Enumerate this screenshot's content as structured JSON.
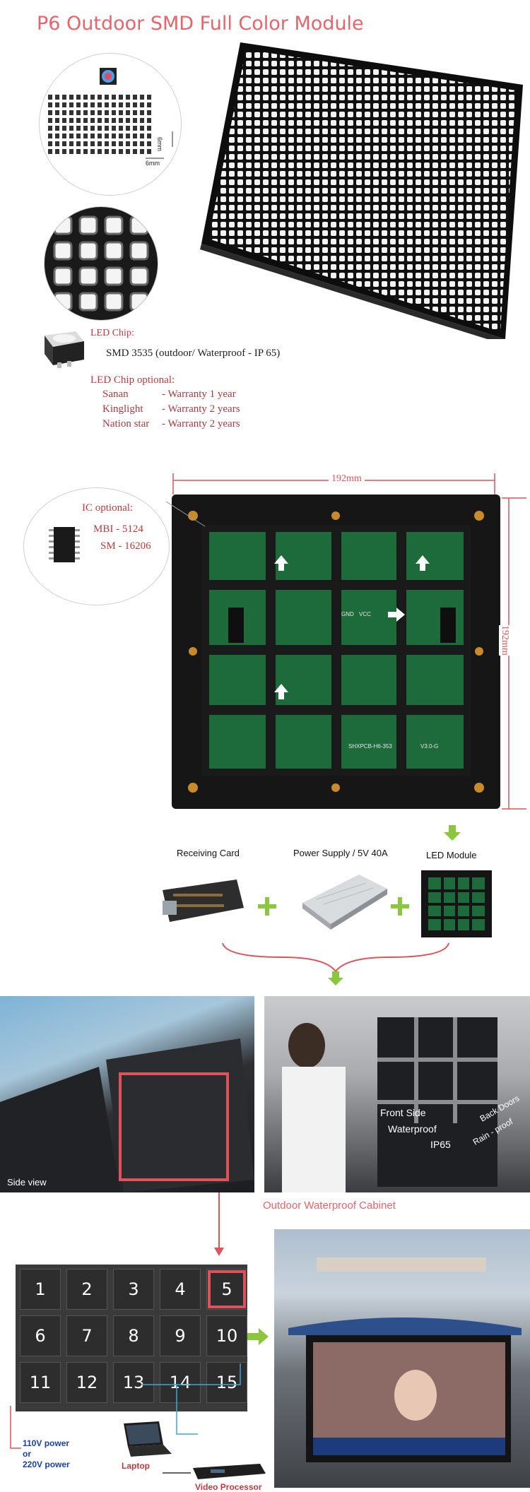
{
  "title": "P6 Outdoor SMD Full Color Module",
  "pitch_dims": [
    "6mm",
    "6mm"
  ],
  "led": {
    "heading": "LED Chip:",
    "spec": "SMD 3535  (outdoor/ Waterproof - IP 65)",
    "optional_heading": "LED Chip optional:",
    "brands": [
      {
        "name": "Sanan",
        "warranty": "- Warranty 1 year"
      },
      {
        "name": "Kinglight",
        "warranty": "- Warranty 2 years"
      },
      {
        "name": "Nation star",
        "warranty": "- Warranty 2 years"
      }
    ]
  },
  "ic": {
    "heading": "IC optional:",
    "items": [
      "MBI - 5124",
      "SM - 16206"
    ]
  },
  "dims": {
    "width": "192mm",
    "height": "192mm"
  },
  "pcb_labels": [
    "GND",
    "VCC",
    "SHXPCB-H6-353",
    "V3.0-G"
  ],
  "components": {
    "receiving_card": "Receiving Card",
    "power_supply": "Power Supply / 5V 40A",
    "led_module": "LED Module"
  },
  "photos": {
    "side_view": "Side view",
    "front_side": "Front Side",
    "waterproof": "Waterproof",
    "ip": "IP65",
    "back_doors": "Back Doors",
    "rain_proof": "Rain - proof"
  },
  "cabinet_caption": "Outdoor Waterproof Cabinet",
  "cabinets": [
    "1",
    "2",
    "3",
    "4",
    "5",
    "6",
    "7",
    "8",
    "9",
    "10",
    "11",
    "12",
    "13",
    "14",
    "15"
  ],
  "highlighted_cabinet": "5",
  "power": {
    "line1": "110V power",
    "line2": "or",
    "line3": "220V power"
  },
  "devices": {
    "laptop": "Laptop",
    "processor": "Video Processor"
  },
  "colors": {
    "accent": "#e8636a",
    "highlight": "#e0525a",
    "arrow_green": "#8cc63f",
    "power_blue": "#1a3fa8",
    "device_red": "#c0393f",
    "pcb_green": "#1d6b3a"
  }
}
